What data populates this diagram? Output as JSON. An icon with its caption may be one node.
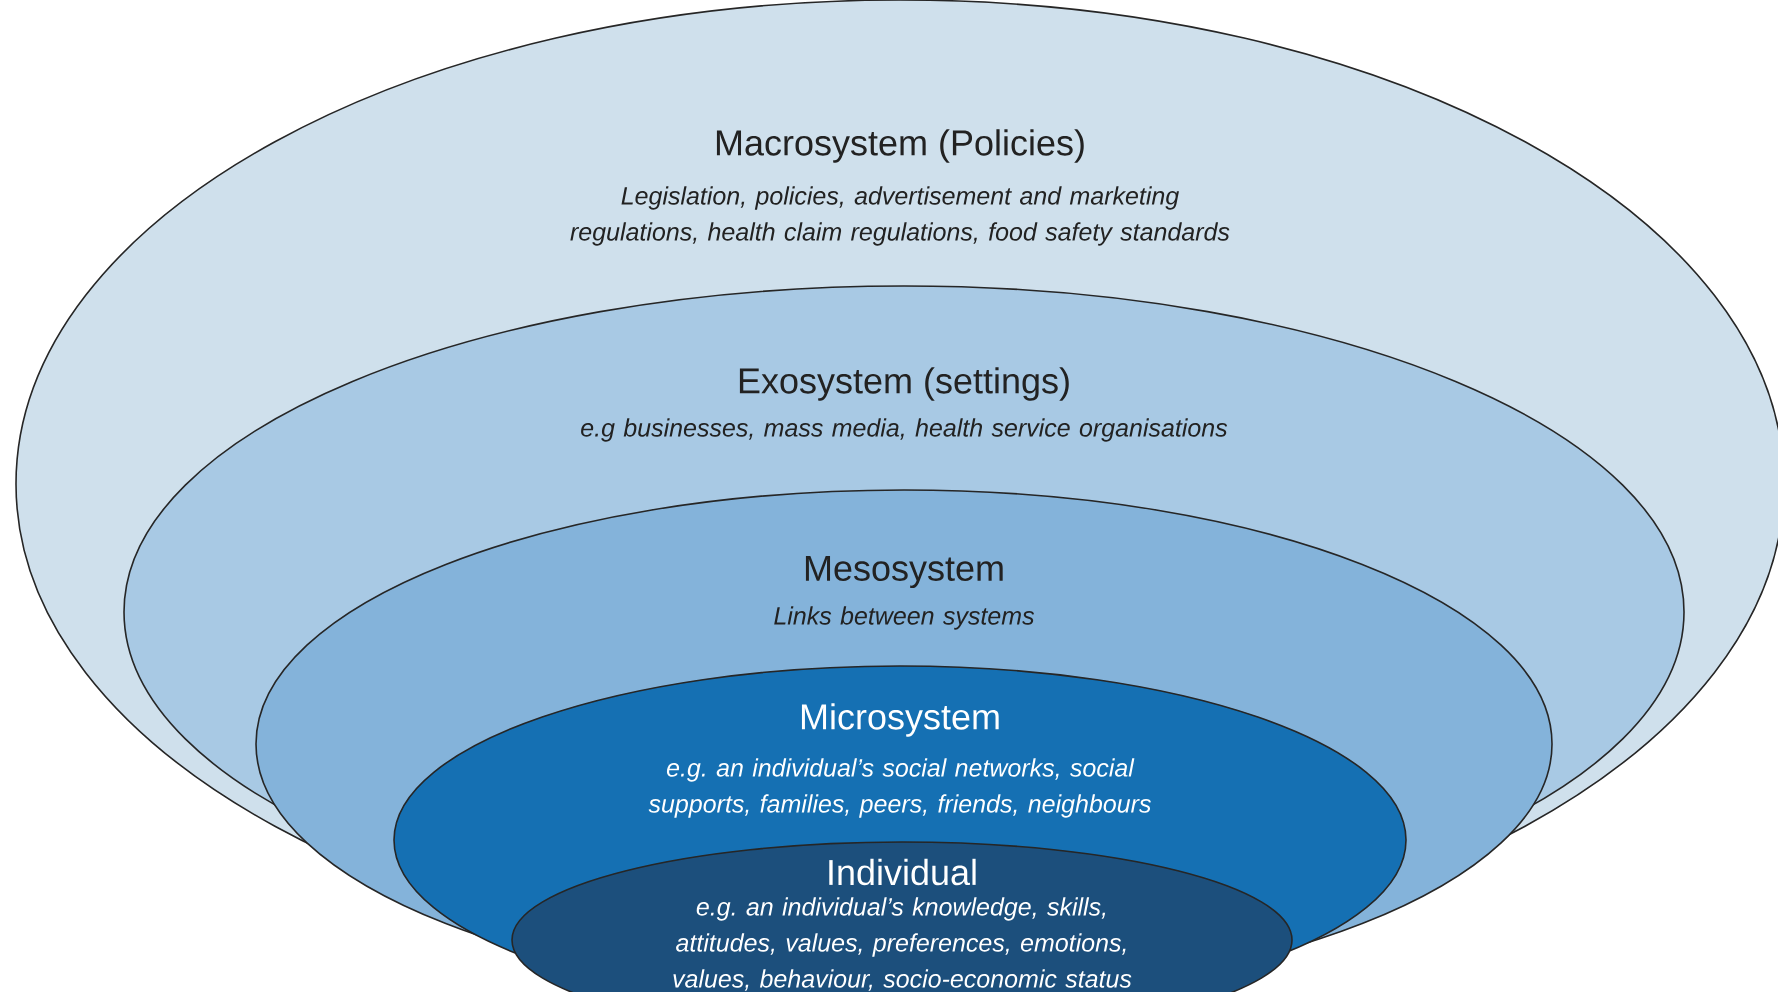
{
  "diagram": {
    "nodes": [
      {
        "text": [
          "Macrosystem (Policies)",
          "Legislation, policies, advertisement and marketing regulations, health claim regulations, food safety standards"
        ]
      },
      {
        "text": [
          "Exosystem (settings)",
          "e.g businesses, mass media, health service organisations"
        ],
        "in": 0
      },
      {
        "text": [
          "Mesosystem",
          "Links between systems"
        ],
        "in": 1
      },
      {
        "text": [
          "Microsystem",
          "e.g. an individual’s social networks, social supports, families, peers, friends, neighbours"
        ],
        "in": 2
      },
      {
        "text": [
          "Individual",
          "e.g. an individual’s knowledge, skills, attitudes, values, preferences, emotions, values, behaviour, socio-economic status"
        ],
        "in": 3
      }
    ]
  }
}
